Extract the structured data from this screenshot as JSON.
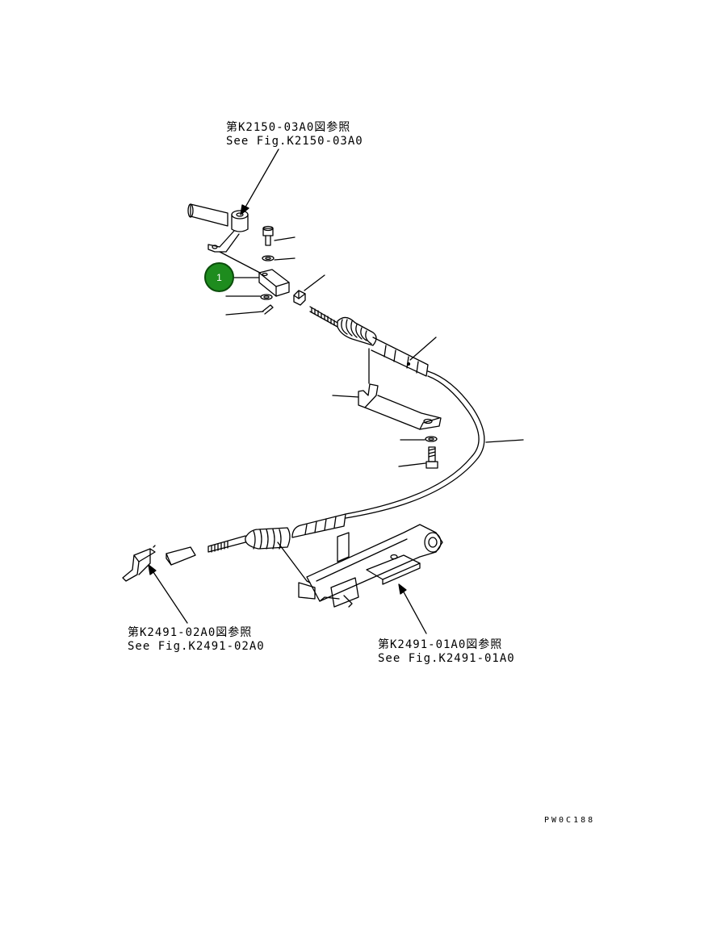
{
  "references": [
    {
      "jp": "第K2150-03A0図参照",
      "en": "See Fig.K2150-03A0"
    },
    {
      "jp": "第K2491-02A0図参照",
      "en": "See Fig.K2491-02A0"
    },
    {
      "jp": "第K2491-01A0図参照",
      "en": "See Fig.K2491-01A0"
    }
  ],
  "callouts": [
    {
      "label": "1"
    }
  ],
  "drawing_code": "PW0C188",
  "colors": {
    "callout_fill": "#1e8c1e",
    "line": "#000000"
  }
}
